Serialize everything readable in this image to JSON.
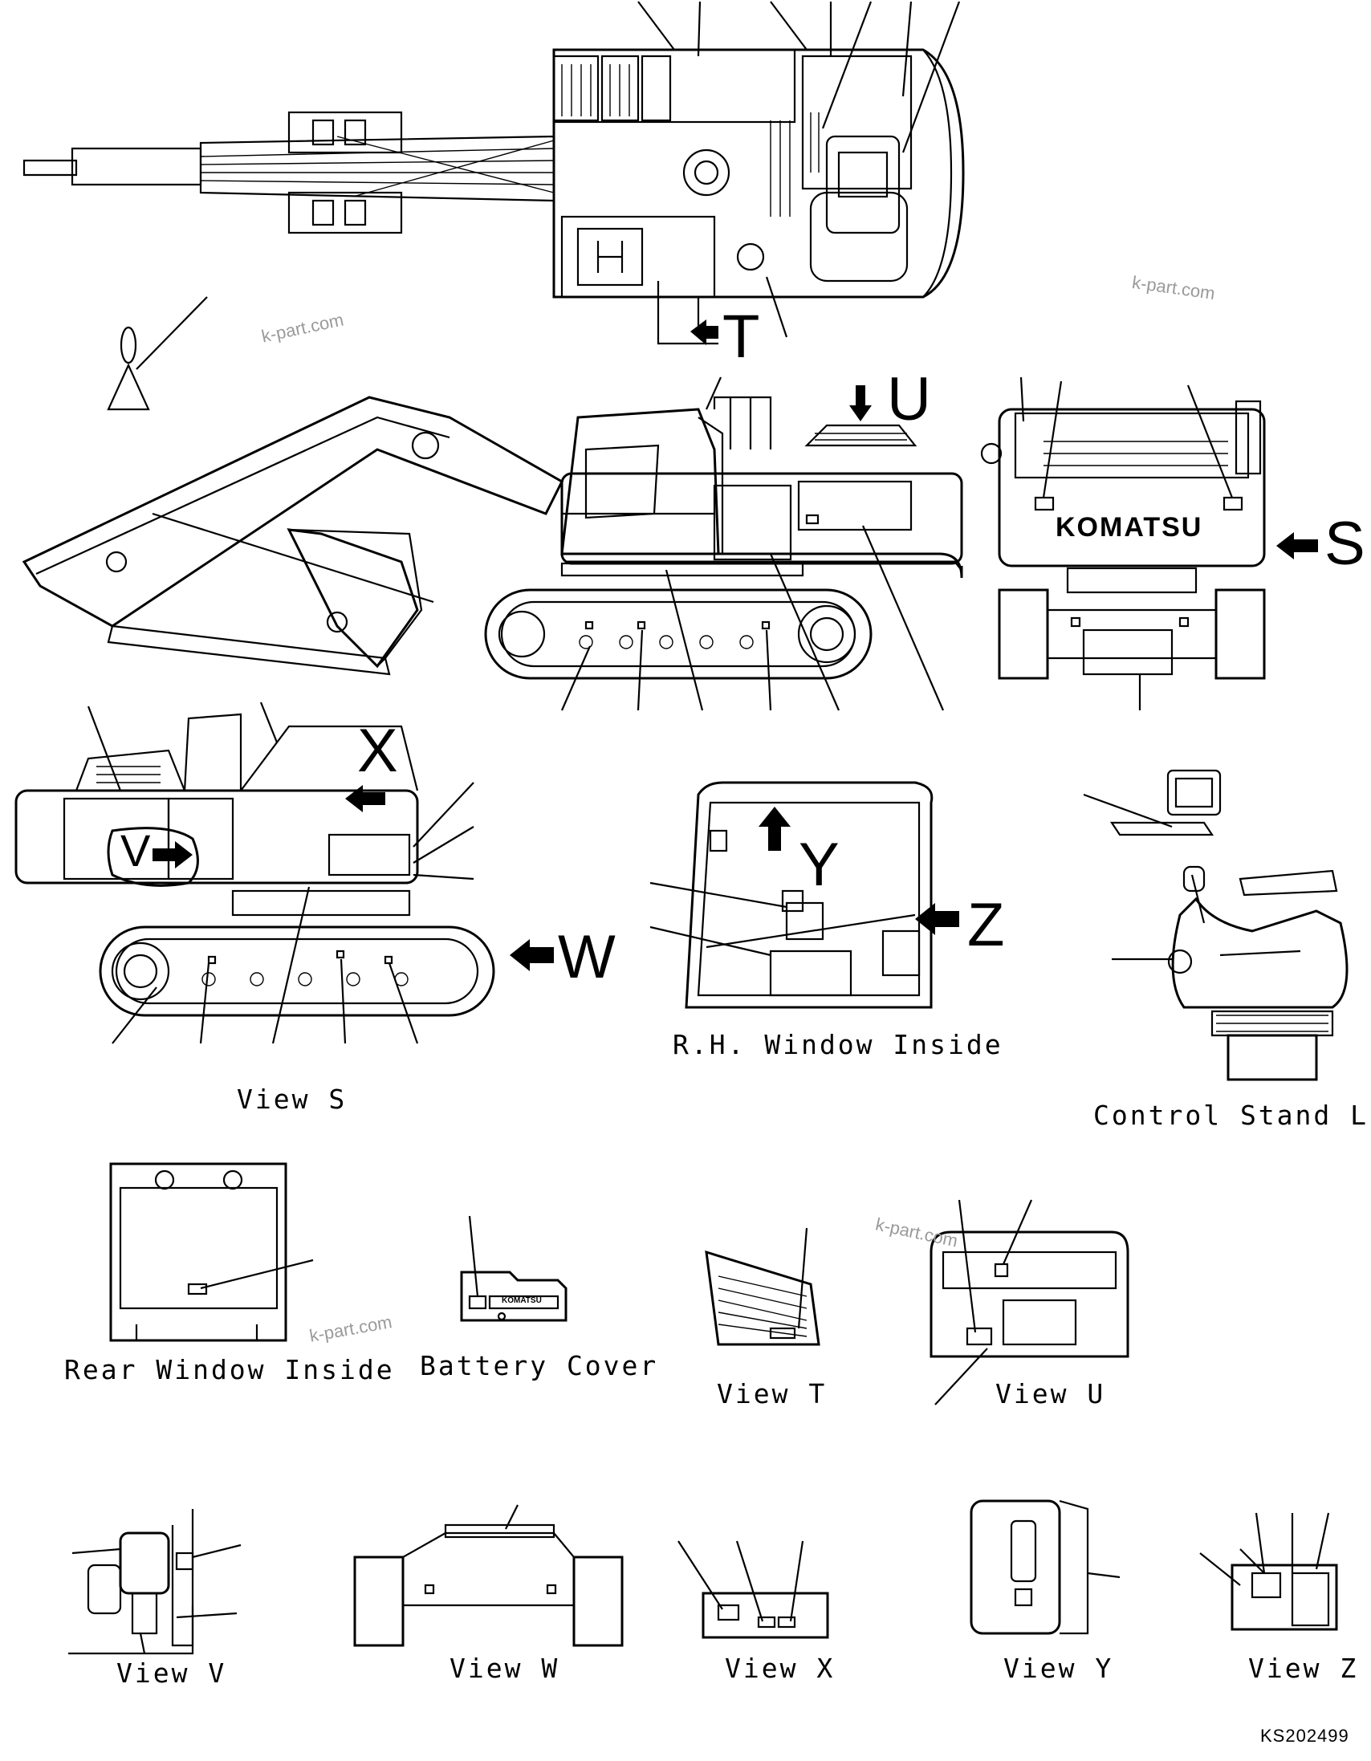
{
  "view_labels": {
    "rh_window_inside": "R.H. Window Inside",
    "view_s": "View S",
    "control_stand_lh": "Control Stand L.H.",
    "rear_window_inside": "Rear Window Inside",
    "battery_cover": "Battery Cover",
    "view_t": "View T",
    "view_u": "View U",
    "view_v": "View V",
    "view_w": "View W",
    "view_x": "View X",
    "view_y": "View Y",
    "view_z": "View Z"
  },
  "arrow_letters": {
    "t": "T",
    "u": "U",
    "s": "S",
    "x": "X",
    "v": "V",
    "w": "W",
    "y": "Y",
    "z": "Z"
  },
  "brand_text": "KOMATSU",
  "battery_brand_text": "KOMATSU",
  "watermarks": [
    "k-part.com",
    "k-part.com",
    "k-part.com",
    "k-part.com"
  ],
  "drawing_code": "KS202499"
}
